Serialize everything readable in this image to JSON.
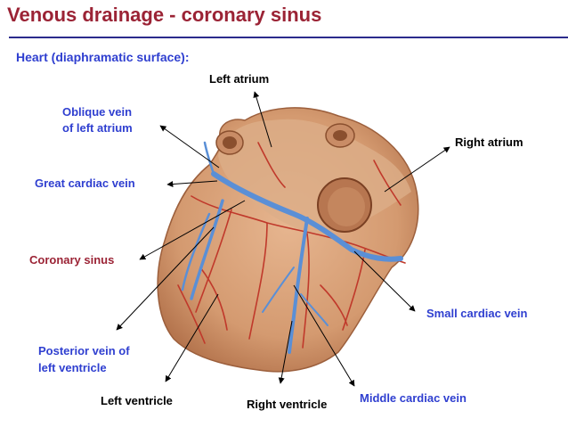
{
  "title": "Venous drainage - coronary sinus",
  "subtitle": "Heart (diaphramatic surface):",
  "labels": {
    "left_atrium": "Left atrium",
    "oblique_vein_1": "Oblique vein",
    "oblique_vein_2": "of left atrium",
    "right_atrium": "Right atrium",
    "great_cardiac_vein": "Great cardiac vein",
    "coronary_sinus": "Coronary sinus",
    "small_cardiac_vein": "Small cardiac vein",
    "posterior_vein_1": "Posterior vein of",
    "posterior_vein_2": "left ventricle",
    "left_ventricle": "Left ventricle",
    "right_ventricle": "Right ventricle",
    "middle_cardiac_vein": "Middle cardiac vein"
  },
  "colors": {
    "title": "#9b2335",
    "subtitle": "#2f3fd0",
    "vein": "#5a8fd6",
    "artery": "#c0392b",
    "heart": "#d9a27a"
  }
}
